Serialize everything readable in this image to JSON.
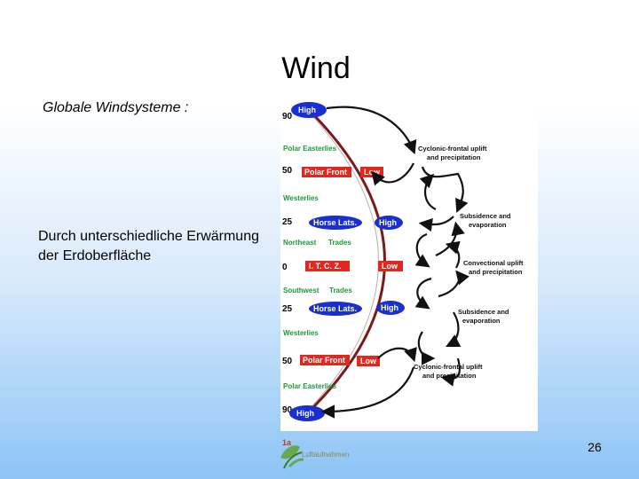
{
  "slide": {
    "title": "Wind",
    "subtitle": "Globale Windsysteme :",
    "body_text": "Durch unterschiedliche Erwärmung der Erdoberfläche",
    "page_number": "26"
  },
  "diagram": {
    "latitudes": [
      "90",
      "50",
      "25",
      "0",
      "25",
      "50",
      "90"
    ],
    "pressure_labels": [
      "High",
      "Polar Front",
      "Low",
      "Horse Lats.",
      "High",
      "I. T. C. Z.",
      "Low",
      "Horse Lats.",
      "High",
      "Polar Front",
      "Low",
      "High"
    ],
    "wind_labels": [
      "Polar Easterlies",
      "Westerlies",
      "Northeast",
      "Trades",
      "Southwest",
      "Trades",
      "Westerlies",
      "Polar Easterlies"
    ],
    "cell_labels": [
      "Cyclonic-frontal uplift",
      "and precipitation",
      "Subsidence and",
      "evaporation",
      "Convectional uplift",
      "and precipitation",
      "Subsidence and",
      "evaporation",
      "Cyclonic-frontal uplift",
      "and precipitation"
    ],
    "colors": {
      "high": "#1a2fd0",
      "low": "#e0281f",
      "globe": "#7a1a1a",
      "wind_text": "#1a9a3a"
    }
  },
  "logo": {
    "badge": "1a",
    "text": "Luftaufnahmen",
    "icon": "leaf-icon"
  }
}
